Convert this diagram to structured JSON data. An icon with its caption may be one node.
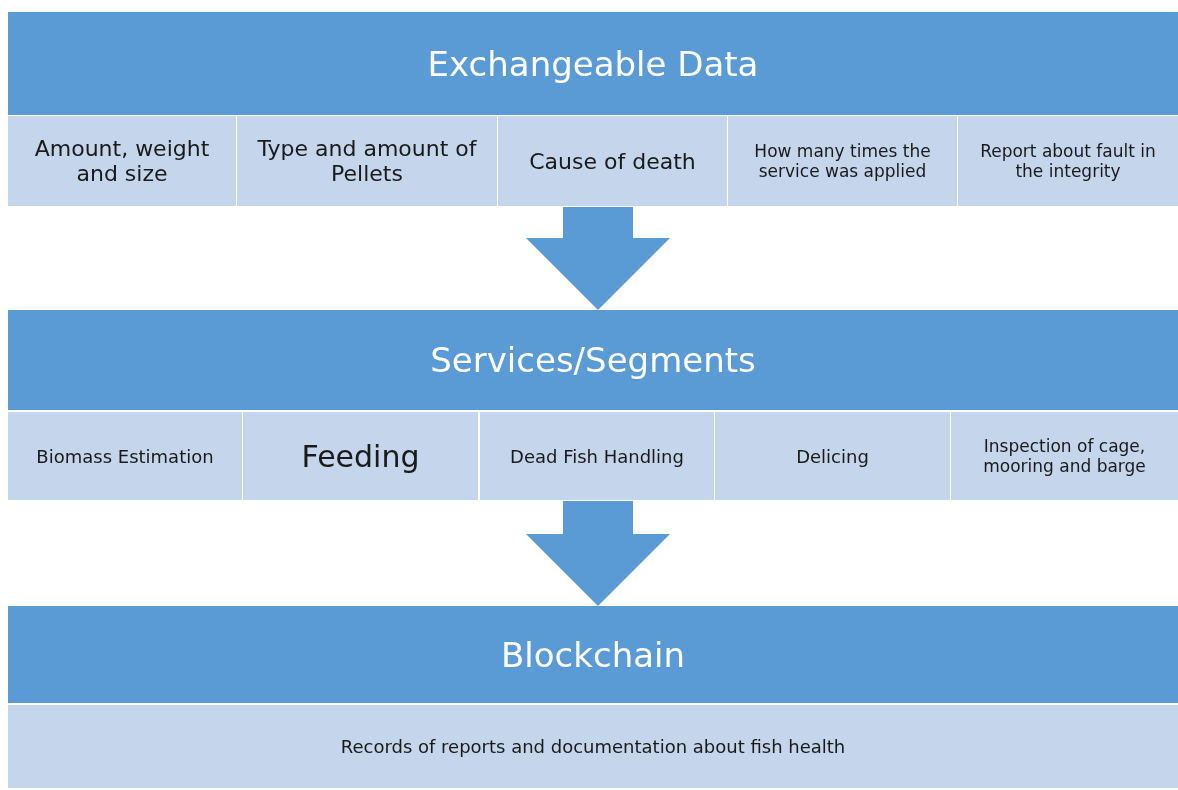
{
  "diagram": {
    "nodes": [
      {
        "text": [
          "Exchangeable Data"
        ]
      },
      {
        "text": [
          "Amount, weight and size"
        ]
      },
      {
        "text": [
          "Type and amount of Pellets"
        ]
      },
      {
        "text": [
          "Cause of death"
        ]
      },
      {
        "text": [
          "How many times the service was applied"
        ]
      },
      {
        "text": [
          "Report about fault in the integrity"
        ]
      },
      {
        "text": [
          "Services/Segments"
        ]
      },
      {
        "text": [
          "Biomass Estimation"
        ]
      },
      {
        "text": [
          "Feeding"
        ]
      },
      {
        "text": [
          "Dead Fish Handling"
        ]
      },
      {
        "text": [
          "Delicing"
        ]
      },
      {
        "text": [
          "Inspection of cage, mooring and barge"
        ]
      },
      {
        "text": [
          "Blockchain"
        ]
      },
      {
        "text": [
          "Records of reports and documentation about fish health"
        ]
      }
    ],
    "edges": [
      {
        "from": 3,
        "to": 6,
        "arrow": "to"
      },
      {
        "from": 9,
        "to": 12,
        "arrow": "to"
      }
    ]
  }
}
